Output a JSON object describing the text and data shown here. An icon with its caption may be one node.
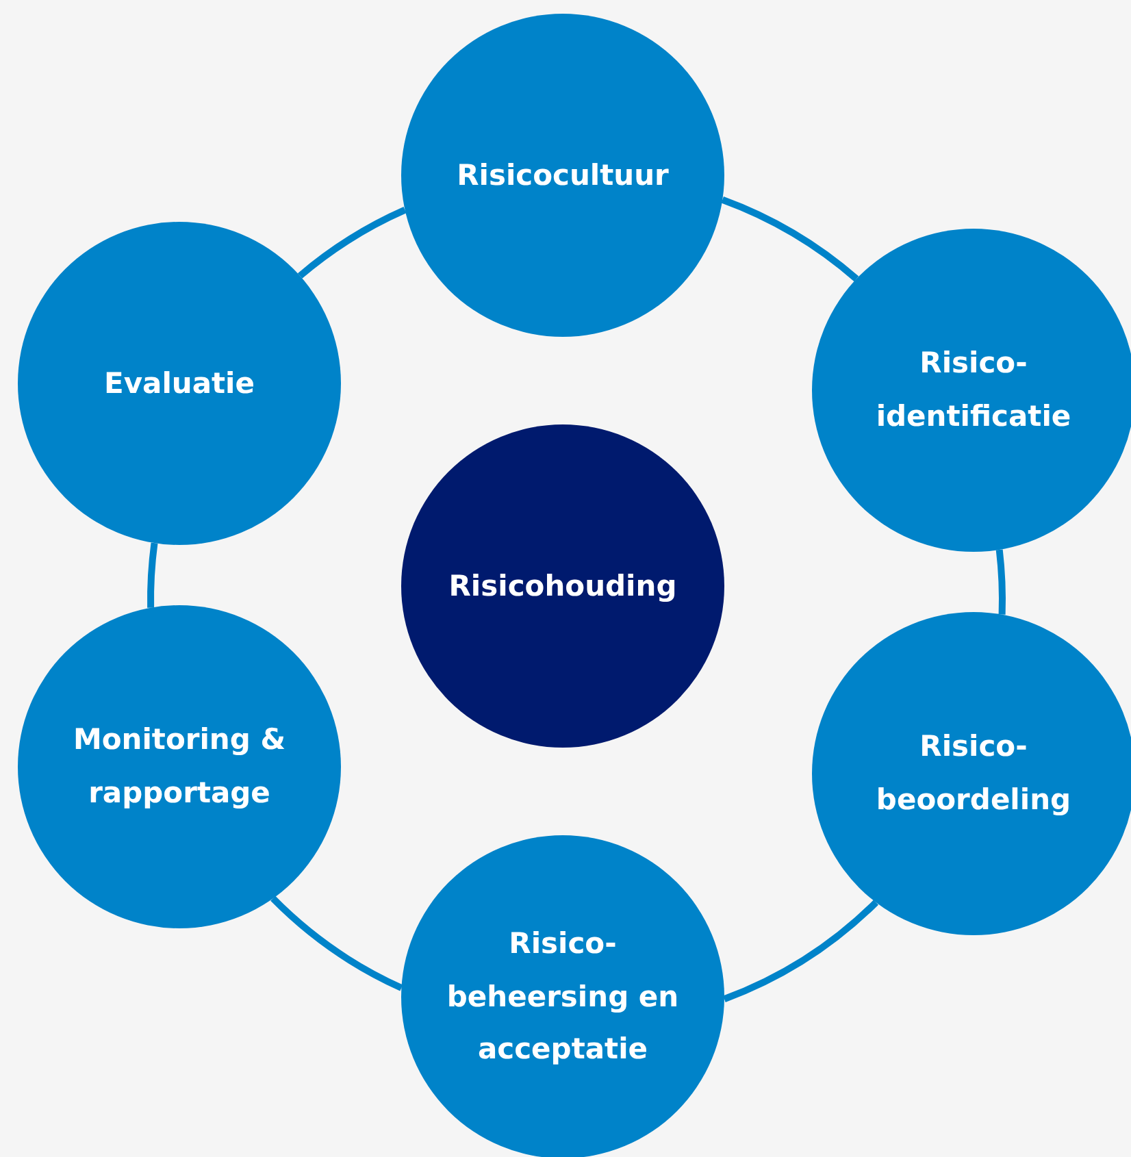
{
  "diagram": {
    "nodes": [
      {
        "text": [
          "Risicocultuur"
        ]
      },
      {
        "text": [
          "Risico-identificatie"
        ]
      },
      {
        "text": [
          "Risico-beoordeling"
        ]
      },
      {
        "text": [
          "Risico-beheersing en acceptatie"
        ]
      },
      {
        "text": [
          "Monitoring & rapportage"
        ]
      },
      {
        "text": [
          "Evaluatie"
        ]
      },
      {
        "text": [
          "Risicohouding"
        ]
      }
    ],
    "edges": [
      {
        "from": 0,
        "to": 1,
        "arrow": "none"
      },
      {
        "from": 1,
        "to": 2,
        "arrow": "none"
      },
      {
        "from": 2,
        "to": 3,
        "arrow": "none"
      },
      {
        "from": 3,
        "to": 4,
        "arrow": "none"
      },
      {
        "from": 4,
        "to": 5,
        "arrow": "none"
      },
      {
        "from": 5,
        "to": 0,
        "arrow": "none"
      }
    ]
  }
}
